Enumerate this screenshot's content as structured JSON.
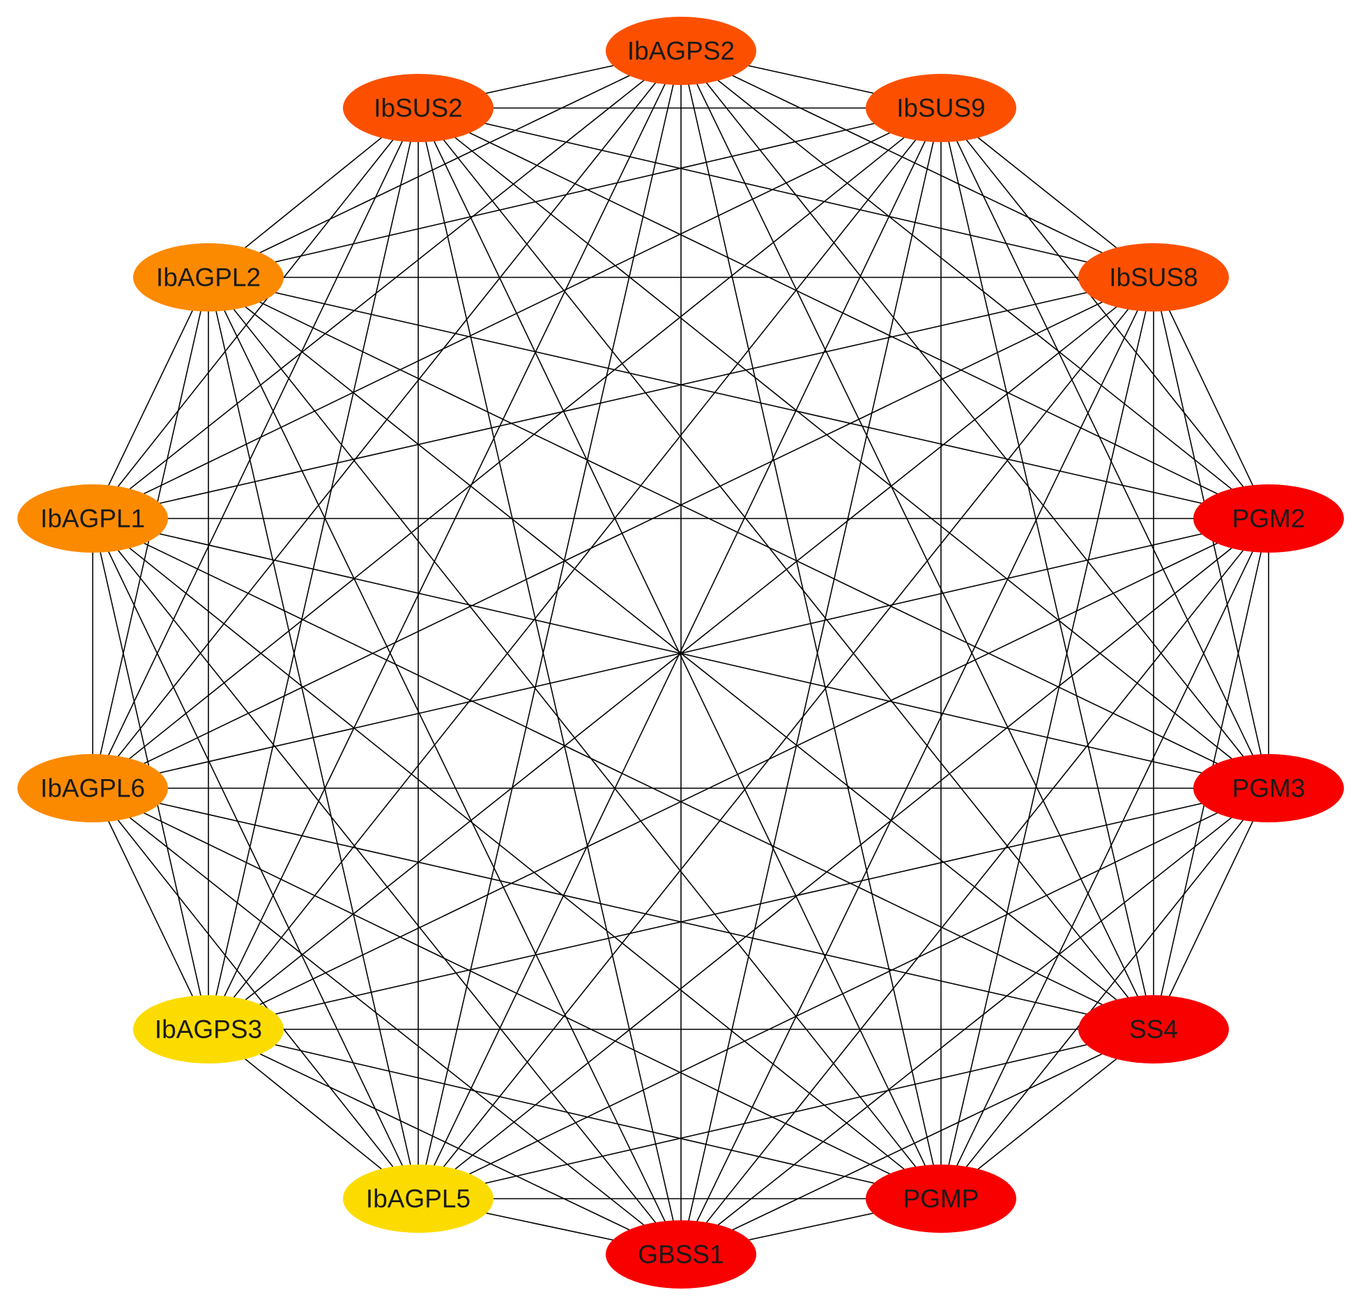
{
  "colors": {
    "edge": "#000000",
    "deep_orange": "#fc5000",
    "orange": "#fc8a00",
    "yellow": "#fcdc00",
    "red": "#f80000"
  },
  "nodes": [
    {
      "id": "IbAGPS2",
      "label": "IbAGPS2",
      "color": "#fc5000"
    },
    {
      "id": "IbSUS9",
      "label": "IbSUS9",
      "color": "#fc5000"
    },
    {
      "id": "IbSUS8",
      "label": "IbSUS8",
      "color": "#fc5000"
    },
    {
      "id": "PGM2",
      "label": "PGM2",
      "color": "#f80000"
    },
    {
      "id": "PGM3",
      "label": "PGM3",
      "color": "#f80000"
    },
    {
      "id": "SS4",
      "label": "SS4",
      "color": "#f80000"
    },
    {
      "id": "PGMP",
      "label": "PGMP",
      "color": "#f80000"
    },
    {
      "id": "GBSS1",
      "label": "GBSS1",
      "color": "#f80000"
    },
    {
      "id": "IbAGPL5",
      "label": "IbAGPL5",
      "color": "#fcdc00"
    },
    {
      "id": "IbAGPS3",
      "label": "IbAGPS3",
      "color": "#fcdc00"
    },
    {
      "id": "IbAGPL6",
      "label": "IbAGPL6",
      "color": "#fc8a00"
    },
    {
      "id": "IbAGPL1",
      "label": "IbAGPL1",
      "color": "#fc8a00"
    },
    {
      "id": "IbAGPL2",
      "label": "IbAGPL2",
      "color": "#fc8a00"
    },
    {
      "id": "IbSUS2",
      "label": "IbSUS2",
      "color": "#fc5000"
    }
  ],
  "edges": "complete-graph"
}
